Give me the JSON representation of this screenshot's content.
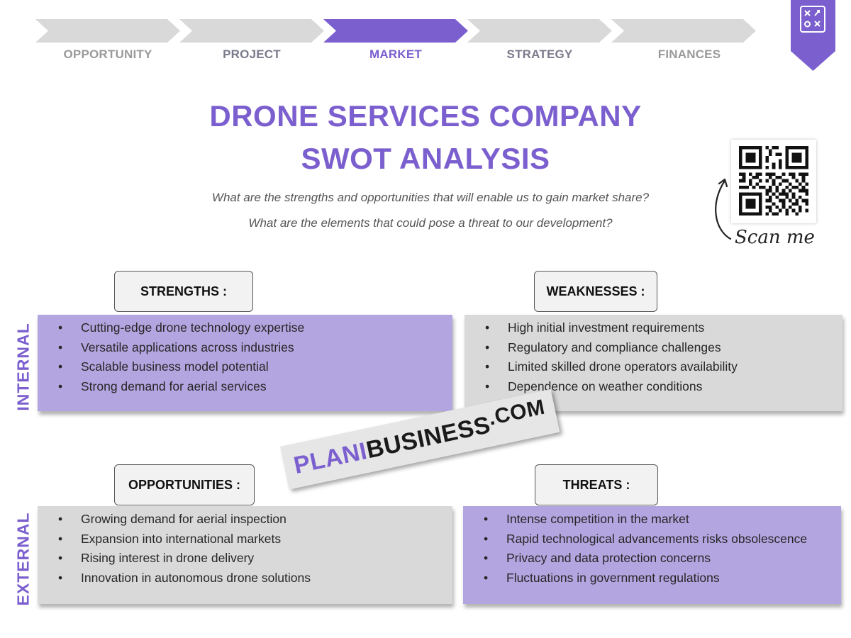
{
  "colors": {
    "accent": "#7b5fcf",
    "step_active": "#7b5fcf",
    "step_inactive": "#d9d9d9",
    "box_purple": "#b3a5e0",
    "box_grey": "#d9d9d9"
  },
  "nav": {
    "steps": [
      {
        "label": "OPPORTUNITY",
        "active": false
      },
      {
        "label": "PROJECT",
        "active": false
      },
      {
        "label": "MARKET",
        "active": true
      },
      {
        "label": "STRATEGY",
        "active": false
      },
      {
        "label": "FINANCES",
        "active": false
      }
    ],
    "corner_icon": "tic-tac-toe-strategy-icon"
  },
  "title": {
    "line1": "DRONE SERVICES COMPANY",
    "line2": "SWOT ANALYSIS"
  },
  "questions": [
    "What are the strengths and opportunities that will enable us to gain market share?",
    "What are the elements that could pose a threat to our development?"
  ],
  "qr": {
    "icon": "qr-code-icon",
    "scan_text": "Scan me"
  },
  "side_labels": {
    "internal": "INTERNAL",
    "external": "EXTERNAL"
  },
  "swot": {
    "strengths": {
      "label": "STRENGTHS :",
      "items": [
        "Cutting-edge drone technology expertise",
        "Versatile applications across industries",
        "Scalable business model potential",
        "Strong demand for aerial services"
      ]
    },
    "weaknesses": {
      "label": "WEAKNESSES :",
      "items": [
        "High initial investment requirements",
        "Regulatory and compliance challenges",
        "Limited skilled drone operators availability",
        "Dependence on weather conditions"
      ]
    },
    "opportunities": {
      "label": "OPPORTUNITIES :",
      "items": [
        "Growing demand for aerial inspection",
        "Expansion into international markets",
        "Rising interest in drone delivery",
        "Innovation in autonomous drone solutions"
      ]
    },
    "threats": {
      "label": "THREATS :",
      "items": [
        "Intense competition in the market",
        "Rapid technological advancements risks obsolescence",
        "Privacy and data protection concerns",
        "Fluctuations in government regulations"
      ]
    }
  },
  "watermark": {
    "part1": "PLANI",
    "part2": "BUSINESS",
    "part3": ".COM"
  }
}
